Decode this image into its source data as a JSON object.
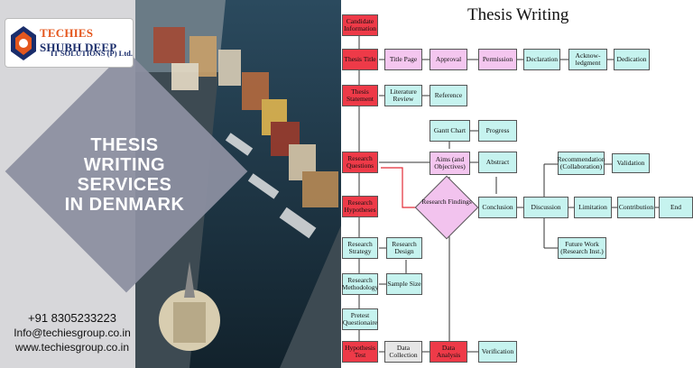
{
  "logo": {
    "brand_a": "TECHIES",
    "brand_b": "SHUBH DEEP",
    "sub": "IT SOLUTIONS (P) Ltd."
  },
  "banner": {
    "line1": "THESIS",
    "line2": "WRITING",
    "line3": "SERVICES",
    "line4": "IN DENMARK"
  },
  "contact": {
    "phone": "+91 8305233223",
    "email": "Info@techiesgroup.co.in",
    "web": "www.techiesgroup.co.in"
  },
  "flowchart": {
    "title": "Thesis Writing",
    "nodes": {
      "candidate": "Candidate Information",
      "thesis_title": "Thesis Title",
      "title_page": "Title Page",
      "approval": "Approval",
      "permission": "Permission",
      "declaration": "Declaration",
      "acknowledgement": "Acknow-ledgment",
      "dedication": "Dedication",
      "statement": "Thesis Statement",
      "lit_review": "Literature Review",
      "reference": "Reference",
      "gantt": "Gantt Chart",
      "progress": "Progress",
      "questions": "Research Questions",
      "aims": "Aims (and Objectives)",
      "abstract": "Abstract",
      "recommendation": "Recommendation (Collaboration)",
      "validation": "Validation",
      "hypotheses": "Research Hypotheses",
      "findings": "Research Findings",
      "conclusion": "Conclusion",
      "discussion": "Discussion",
      "limitation": "Limitation",
      "contribution": "Contribution",
      "end": "End",
      "strategy": "Research Strategy",
      "design": "Research Design",
      "future": "Future Work (Research Inst.)",
      "methodology": "Research Methodology",
      "sample": "Sample Size",
      "pretest": "Pretest Questionaire",
      "hypo_test": "Hypothesis Test",
      "collection": "Data Collection",
      "analysis": "Data Analysis",
      "verification": "Verification"
    }
  }
}
